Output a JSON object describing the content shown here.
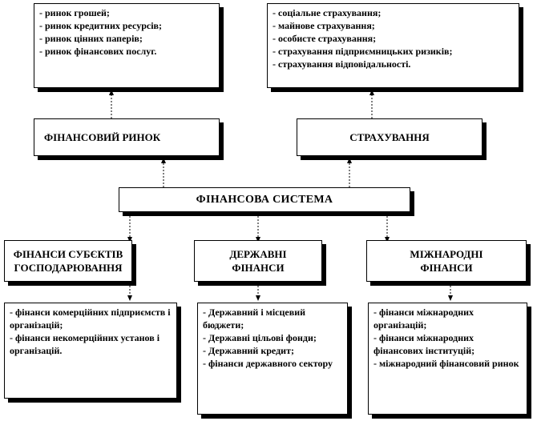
{
  "top_left_list": {
    "items": [
      "- ринок грошей;",
      "- ринок кредитних ресурсів;",
      "- ринок цінних паперів;",
      "- ринок фінансових послуг."
    ]
  },
  "top_right_list": {
    "items": [
      "- соціальне страхування;",
      "- майнове страхування;",
      "- особисте страхування;",
      "- страхування підприємницьких ризиків;",
      "- страхування відповідальності."
    ]
  },
  "financial_market": {
    "label": "ФІНАНСОВИЙ РИНОК"
  },
  "insurance": {
    "label": "СТРАХУВАННЯ"
  },
  "financial_system": {
    "label": "ФІНАНСОВА СИСТЕМА"
  },
  "business_finance": {
    "label_line1": "ФІНАНСИ СУБЄКТІВ",
    "label_line2": "ГОСПОДАРЮВАННЯ"
  },
  "state_finance": {
    "label_line1": "ДЕРЖАВНІ",
    "label_line2": "ФІНАНСИ"
  },
  "international_finance": {
    "label_line1": "МІЖНАРОДНІ",
    "label_line2": "ФІНАНСИ"
  },
  "business_list": {
    "items": [
      "- фінанси комерційних підприємств і організацій;",
      "- фінанси некомерційних установ і організацій."
    ]
  },
  "state_list": {
    "items": [
      "- Державний і місцевий бюджети;",
      "- Державні цільові фонди;",
      "- Державний кредит;",
      "- фінанси державного сектору"
    ]
  },
  "international_list": {
    "items": [
      "- фінанси міжнародних організацій;",
      "- фінанси міжнародних фінансових інституцій;",
      "- міжнародний фінансовий ринок"
    ]
  }
}
